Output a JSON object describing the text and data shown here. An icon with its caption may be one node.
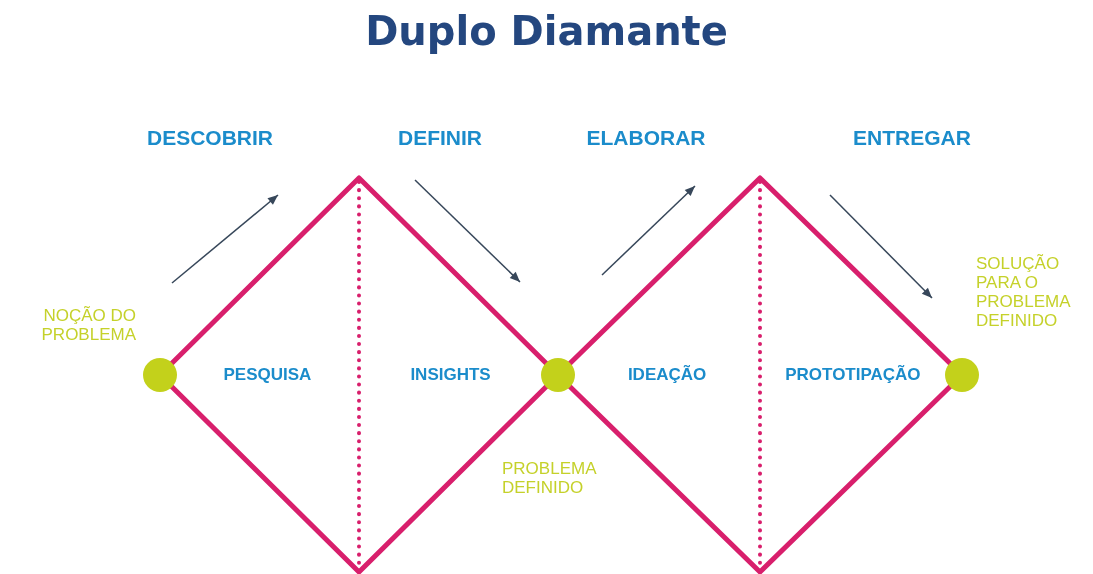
{
  "diagram": {
    "title": "Duplo Diamante",
    "nodes": [
      {
        "text": [],
        "shape": "circle"
      },
      {
        "text": [
          "PESQUISA",
          "INSIGHTS"
        ]
      },
      {
        "text": [],
        "shape": "circle"
      },
      {
        "text": [
          "IDEAÇÃO",
          "PROTOTIPAÇÃO"
        ]
      },
      {
        "text": [],
        "shape": "circle"
      }
    ],
    "edges": [],
    "labels": [
      "DESCOBRIR",
      "DEFINIR",
      "ELABORAR",
      "ENTREGAR",
      "SOLUÇÃO PARA O PROBLEMA DEFINIDO",
      "NOÇÃO DO PROBLEMA",
      "PROBLEMA DEFINIDO"
    ]
  }
}
